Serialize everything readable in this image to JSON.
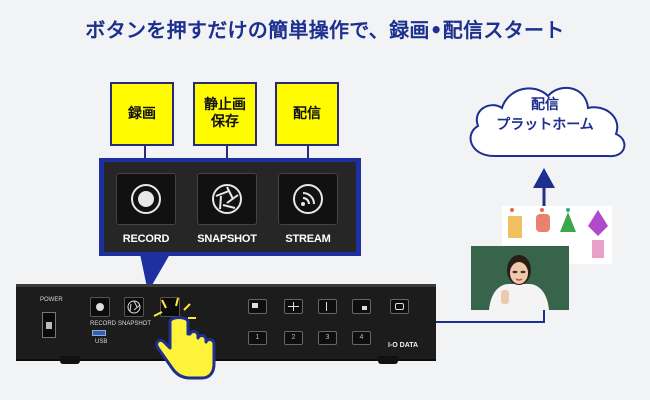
{
  "headline": "ボタンを押すだけの簡単操作で、録画•配信スタート",
  "callouts": {
    "record": "録画",
    "snapshot_line1": "静止画",
    "snapshot_line2": "保存",
    "stream": "配信"
  },
  "panel_buttons": {
    "record": "RECORD",
    "snapshot": "SNAPSHOT",
    "stream": "STREAM"
  },
  "device": {
    "power_label": "POWER",
    "record_label": "RECORD",
    "usb_label": "USB",
    "snapshot_label": "SNAPSHOT",
    "brand": "I-O DATA",
    "numbers": [
      "1",
      "2",
      "3",
      "4"
    ]
  },
  "cloud": {
    "line1": "配信",
    "line2": "プラットホーム"
  },
  "colors": {
    "headline": "#1d2f8f",
    "callout_fill": "#fffb00",
    "panel_border": "#1e2fa0",
    "device_body": "#1c1c1c",
    "connector": "#1d2f8f"
  },
  "icons": [
    "record-icon",
    "camera-shutter-icon",
    "stream-icon",
    "hand-pointer-icon",
    "cloud-icon",
    "arrow-up-icon"
  ]
}
